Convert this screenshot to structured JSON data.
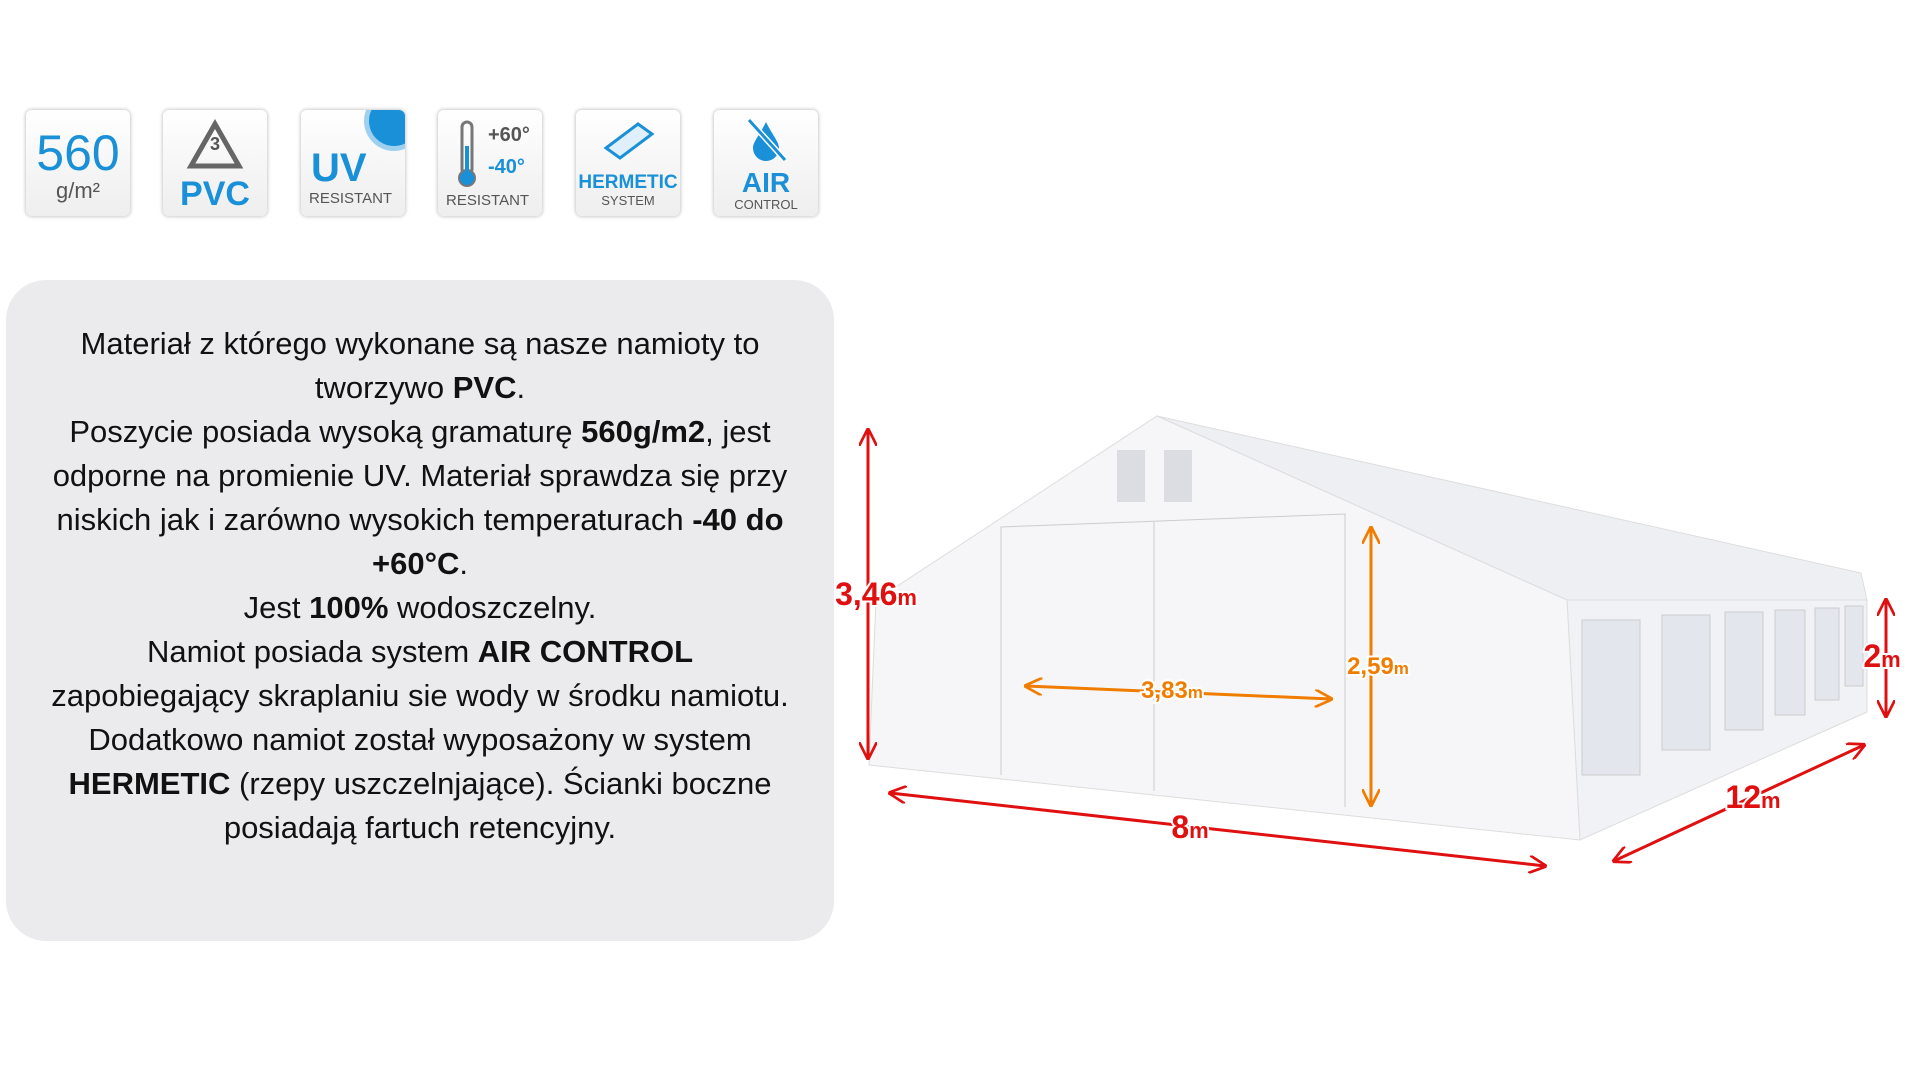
{
  "badges": [
    {
      "main": "560",
      "sub": "g/m²"
    },
    {
      "top": "3",
      "main": "PVC"
    },
    {
      "main": "UV",
      "sub": "RESISTANT"
    },
    {
      "hot": "+60°",
      "cold": "-40°",
      "sub": "RESISTANT"
    },
    {
      "main": "HERMETIC",
      "sub": "SYSTEM"
    },
    {
      "main": "AIR",
      "sub": "CONTROL"
    }
  ],
  "description": {
    "p1a": "Materiał z którego wykonane są nasze namioty to tworzywo ",
    "p1b": "PVC",
    "p1c": ".",
    "p2a": "Poszycie posiada wysoką gramaturę ",
    "p2b": "560g/m2",
    "p2c": ", jest odporne na promienie UV. Materiał sprawdza się przy niskich jak i zarówno wysokich temperaturach ",
    "p2d": "-40 do +60°C",
    "p2e": ".",
    "p3a": "Jest ",
    "p3b": "100%",
    "p3c": " wodoszczelny.",
    "p4a": "Namiot posiada system ",
    "p4b": "AIR CONTROL",
    "p4c": " zapobiegający skraplaniu sie wody w środku namiotu. Dodatkowo namiot został wyposażony w system ",
    "p4d": "HERMETIC",
    "p4e": " (rzepy uszczelnjające). Ścianki boczne posiadają fartuch retencyjny."
  },
  "dimensions": {
    "total_height": "3,46",
    "door_height": "2,59",
    "door_width": "3,83",
    "side_height": "2",
    "width": "8",
    "length": "12",
    "unit": "m"
  },
  "colors": {
    "red": "#e01010",
    "orange": "#f07d00",
    "blue": "#1a90d8"
  }
}
